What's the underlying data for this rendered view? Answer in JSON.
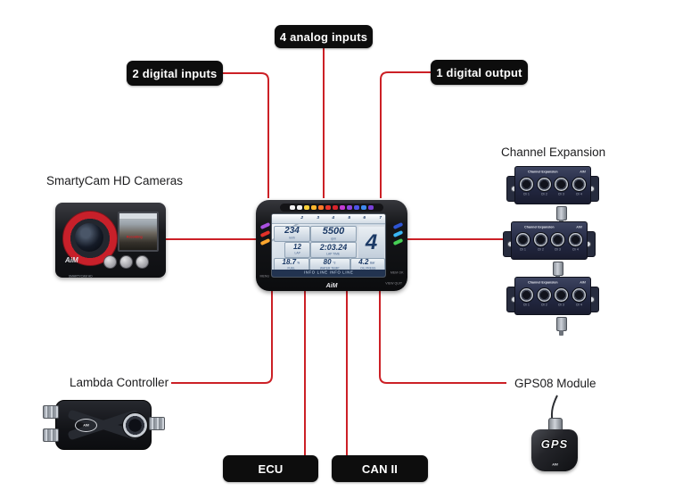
{
  "colors": {
    "wire": "#cc2026",
    "pill_bg": "#0d0d0d",
    "camera_ring": "#c8202a"
  },
  "pills": {
    "analog_inputs": "4 analog inputs",
    "digital_inputs": "2 digital inputs",
    "digital_output": "1 digital output",
    "ecu": "ECU",
    "can2": "CAN II"
  },
  "devices": {
    "smartycam": {
      "label": "SmartyCam HD Cameras",
      "brand": "AiM",
      "model": "SMARTYCAM HD",
      "screen_status": "Recording"
    },
    "channel_expansion": {
      "label": "Channel Expansion",
      "module_title": "Channel Expansion",
      "brand": "AiM",
      "channels": [
        "Ch 1",
        "Ch 2",
        "Ch 3",
        "Ch 4"
      ]
    },
    "lambda": {
      "label": "Lambda Controller",
      "brand": "AiM"
    },
    "gps": {
      "label": "GPS08 Module",
      "brand": "AiM",
      "text": "GPS"
    }
  },
  "dash": {
    "brand": "AiM",
    "rpm_scale": [
      "2",
      "3",
      "4",
      "5",
      "6",
      "7"
    ],
    "top_leds": [
      "#f2f2f2",
      "#f2f2f2",
      "#ffd23a",
      "#ffb62e",
      "#ff7a2a",
      "#e8362c",
      "#d8242c",
      "#c43bd4",
      "#8f46e0",
      "#4f54e8",
      "#3f8af0",
      "#7a3fd8"
    ],
    "left_leds": [
      "#a950e0",
      "#e33129",
      "#ffa62e"
    ],
    "right_leds": [
      "#2e55d4",
      "#39b5f5",
      "#46cf55"
    ],
    "speed_value": "234",
    "speed_unit": "kmh",
    "rpm_value": "5500",
    "rpm_unit": "rpm",
    "gear": "4",
    "lap_value": "12",
    "lap_label": "LAP",
    "laptime_value": "2:03.24",
    "laptime_label": "LAP TIME",
    "fuel_value": "18.7",
    "fuel_unit": "%",
    "fuel_label": "FUEL",
    "water_value": "80",
    "water_unit": "°c",
    "water_label": "WATER TEMP",
    "oil_value": "4.2",
    "oil_unit": "bar",
    "oil_label": "OIL PRESS",
    "info_line": "INFO LINE INFO LINE",
    "menu_label": "MENU",
    "mem_label": "MEM OK",
    "view_label": "VIEW QUIT"
  }
}
